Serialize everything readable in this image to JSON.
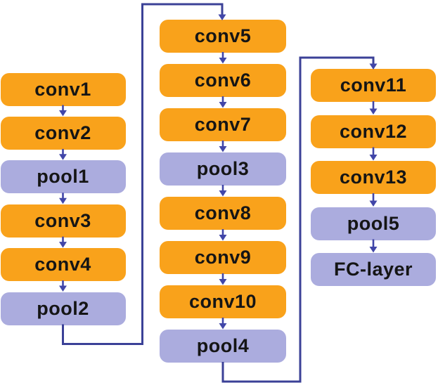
{
  "diagram": {
    "type": "flowchart",
    "description": "CNN (VGG-16 style) layer architecture flow, three columns read left to right",
    "columns": [
      {
        "name": "column-1",
        "nodes": [
          {
            "label": "conv1",
            "type": "conv"
          },
          {
            "label": "conv2",
            "type": "conv"
          },
          {
            "label": "pool1",
            "type": "pool"
          },
          {
            "label": "conv3",
            "type": "conv"
          },
          {
            "label": "conv4",
            "type": "conv"
          },
          {
            "label": "pool2",
            "type": "pool"
          }
        ]
      },
      {
        "name": "column-2",
        "nodes": [
          {
            "label": "conv5",
            "type": "conv"
          },
          {
            "label": "conv6",
            "type": "conv"
          },
          {
            "label": "conv7",
            "type": "conv"
          },
          {
            "label": "pool3",
            "type": "pool"
          },
          {
            "label": "conv8",
            "type": "conv"
          },
          {
            "label": "conv9",
            "type": "conv"
          },
          {
            "label": "conv10",
            "type": "conv"
          },
          {
            "label": "pool4",
            "type": "pool"
          }
        ]
      },
      {
        "name": "column-3",
        "nodes": [
          {
            "label": "conv11",
            "type": "conv"
          },
          {
            "label": "conv12",
            "type": "conv"
          },
          {
            "label": "conv13",
            "type": "conv"
          },
          {
            "label": "pool5",
            "type": "pool"
          },
          {
            "label": "FC-layer",
            "type": "fc"
          }
        ]
      }
    ],
    "edges": [
      [
        "conv1",
        "conv2"
      ],
      [
        "conv2",
        "pool1"
      ],
      [
        "pool1",
        "conv3"
      ],
      [
        "conv3",
        "conv4"
      ],
      [
        "conv4",
        "pool2"
      ],
      [
        "pool2",
        "conv5"
      ],
      [
        "conv5",
        "conv6"
      ],
      [
        "conv6",
        "conv7"
      ],
      [
        "conv7",
        "pool3"
      ],
      [
        "pool3",
        "conv8"
      ],
      [
        "conv8",
        "conv9"
      ],
      [
        "conv9",
        "conv10"
      ],
      [
        "conv10",
        "pool4"
      ],
      [
        "pool4",
        "conv11"
      ],
      [
        "conv11",
        "conv12"
      ],
      [
        "conv12",
        "conv13"
      ],
      [
        "conv13",
        "pool5"
      ],
      [
        "pool5",
        "FC-layer"
      ]
    ],
    "wrap_connectors": [
      {
        "from": "pool2",
        "to": "conv5",
        "route": "down, right, up over the top of column 2"
      },
      {
        "from": "pool4",
        "to": "conv11",
        "route": "down, right, up over the top of column 3"
      }
    ],
    "colors": {
      "conv_fill": "#F9A21B",
      "pool_fill": "#ABACDE",
      "fc_fill": "#ABACDE",
      "connector": "#3B4197",
      "arrow": "#4146A8",
      "label_text": "#151515",
      "background": "#FFFFFF"
    }
  }
}
